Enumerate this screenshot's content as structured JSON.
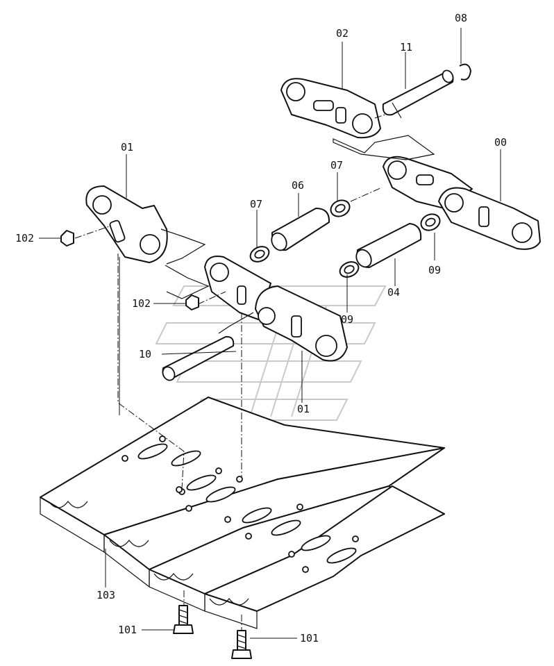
{
  "diagram": {
    "labels": {
      "part_00": "00",
      "part_01_top": "01",
      "part_01_bottom": "01",
      "part_02": "02",
      "part_04": "04",
      "part_06": "06",
      "part_07_left": "07",
      "part_07_right": "07",
      "part_08": "08",
      "part_09_mid": "09",
      "part_09_right": "09",
      "part_10": "10",
      "part_11": "11",
      "part_101_left": "101",
      "part_101_right": "101",
      "part_102_upper": "102",
      "part_102_lower": "102",
      "part_103": "103"
    }
  }
}
